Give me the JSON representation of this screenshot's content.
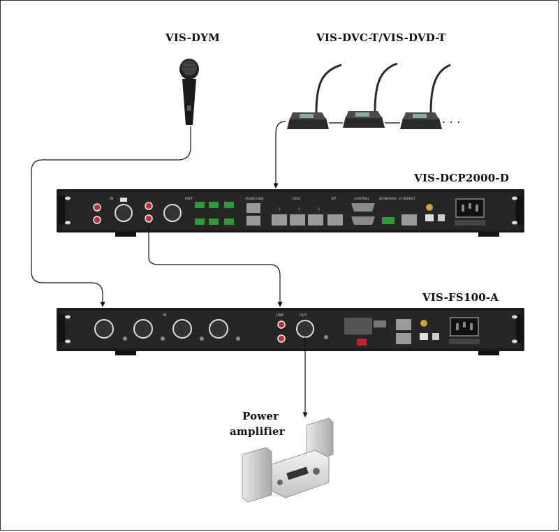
{
  "labels": {
    "microphone": "VIS-DYM",
    "delegate_units": "VIS-DVC-T/VIS-DVD-T",
    "ellipsis": ". . .",
    "main_unit": "VIS-DCP2000-D",
    "feedback_suppressor": "VIS-FS100-A",
    "amplifier_line1": "Power",
    "amplifier_line2": "amplifier"
  },
  "dcp_panel": {
    "in": "IN",
    "out": "OUT",
    "audio_link": "AUDIO LINK",
    "cdu": "CDU",
    "ep": "EP",
    "control": "CONTROL",
    "keyboard": "KEYBOARD",
    "ethernet": "ETHERNET",
    "cdu_ports": [
      "1",
      "2",
      "3"
    ]
  },
  "fs_panel": {
    "in": "IN",
    "line": "LINE",
    "out": "OUT"
  },
  "colors": {
    "line": "#111111",
    "chassis": "#1c1c1c",
    "panel": "#262626",
    "terminal_green": "#2e9a3a",
    "rj45_grey": "#9a9a9a",
    "red_switch": "#c0202a"
  }
}
